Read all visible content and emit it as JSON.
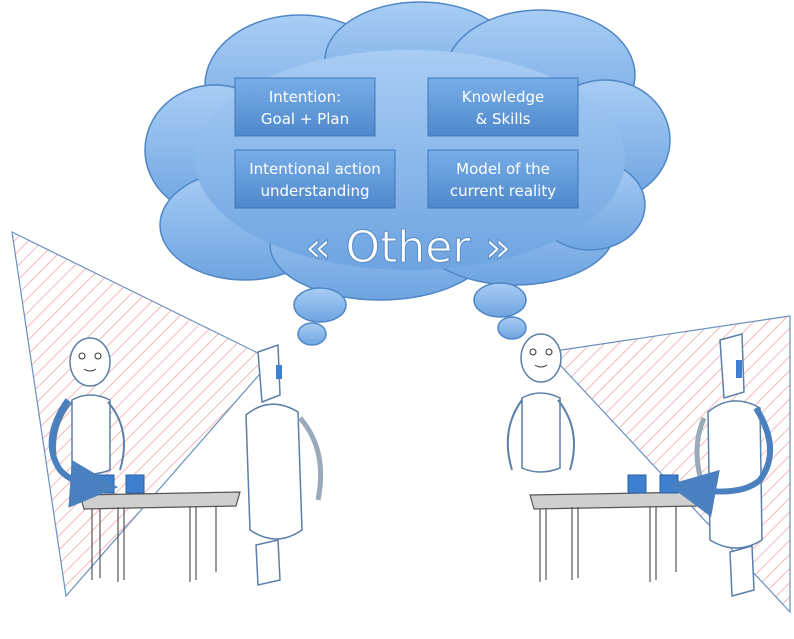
{
  "thought_cloud": {
    "boxes": [
      {
        "line1": "Intention:",
        "line2": "Goal + Plan"
      },
      {
        "line1": "Knowledge",
        "line2": "& Skills"
      },
      {
        "line1": "Intentional action",
        "line2": "understanding"
      },
      {
        "line1": "Model of the",
        "line2": "current reality"
      }
    ],
    "title": "« Other »"
  },
  "colors": {
    "cloud_fill": "#7fb2e8",
    "cloud_stroke": "#4f86c6",
    "box_fill": "#5e97d8",
    "hatch": "#f2b8b8",
    "figure_stroke": "#5a7fa8",
    "arrow": "#4a7fc0",
    "cube": "#3f7fd0"
  },
  "icons": [
    "thought-cloud-icon",
    "human-figure-icon",
    "robot-figure-icon",
    "table-icon",
    "cube-icon",
    "arrow-icon"
  ]
}
